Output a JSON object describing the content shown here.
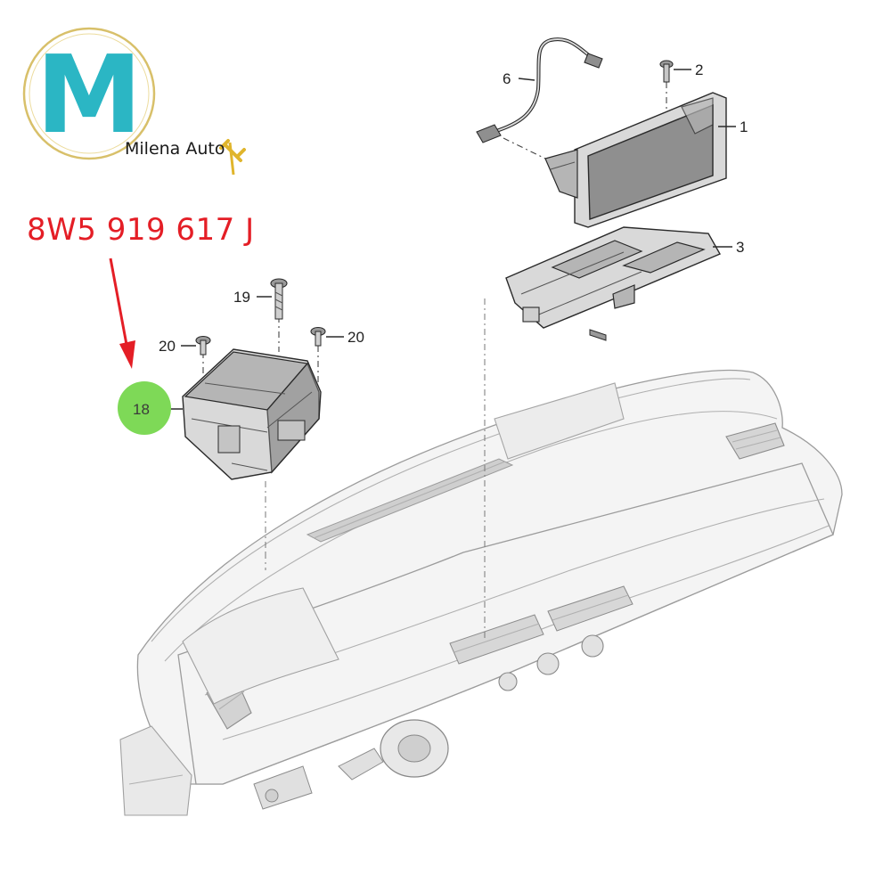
{
  "branding": {
    "logo_letter": "M",
    "name": "Milena Auto",
    "colors": {
      "logo_teal": "#2bb6c4",
      "ring_gold": "#d8c06a",
      "wrench_gold": "#e0b52c"
    }
  },
  "part_number": {
    "text": "8W5 919 617 J",
    "color": "#e41e26"
  },
  "highlight": {
    "label": "18",
    "color": "#7ed957"
  },
  "callouts": [
    {
      "id": "1",
      "label": "1"
    },
    {
      "id": "2",
      "label": "2"
    },
    {
      "id": "3",
      "label": "3"
    },
    {
      "id": "6",
      "label": "6"
    },
    {
      "id": "19",
      "label": "19"
    },
    {
      "id": "20a",
      "label": "20"
    },
    {
      "id": "20b",
      "label": "20"
    }
  ],
  "icons": {
    "arrow": "arrow-down-icon",
    "wrench": "wrench-icon"
  }
}
